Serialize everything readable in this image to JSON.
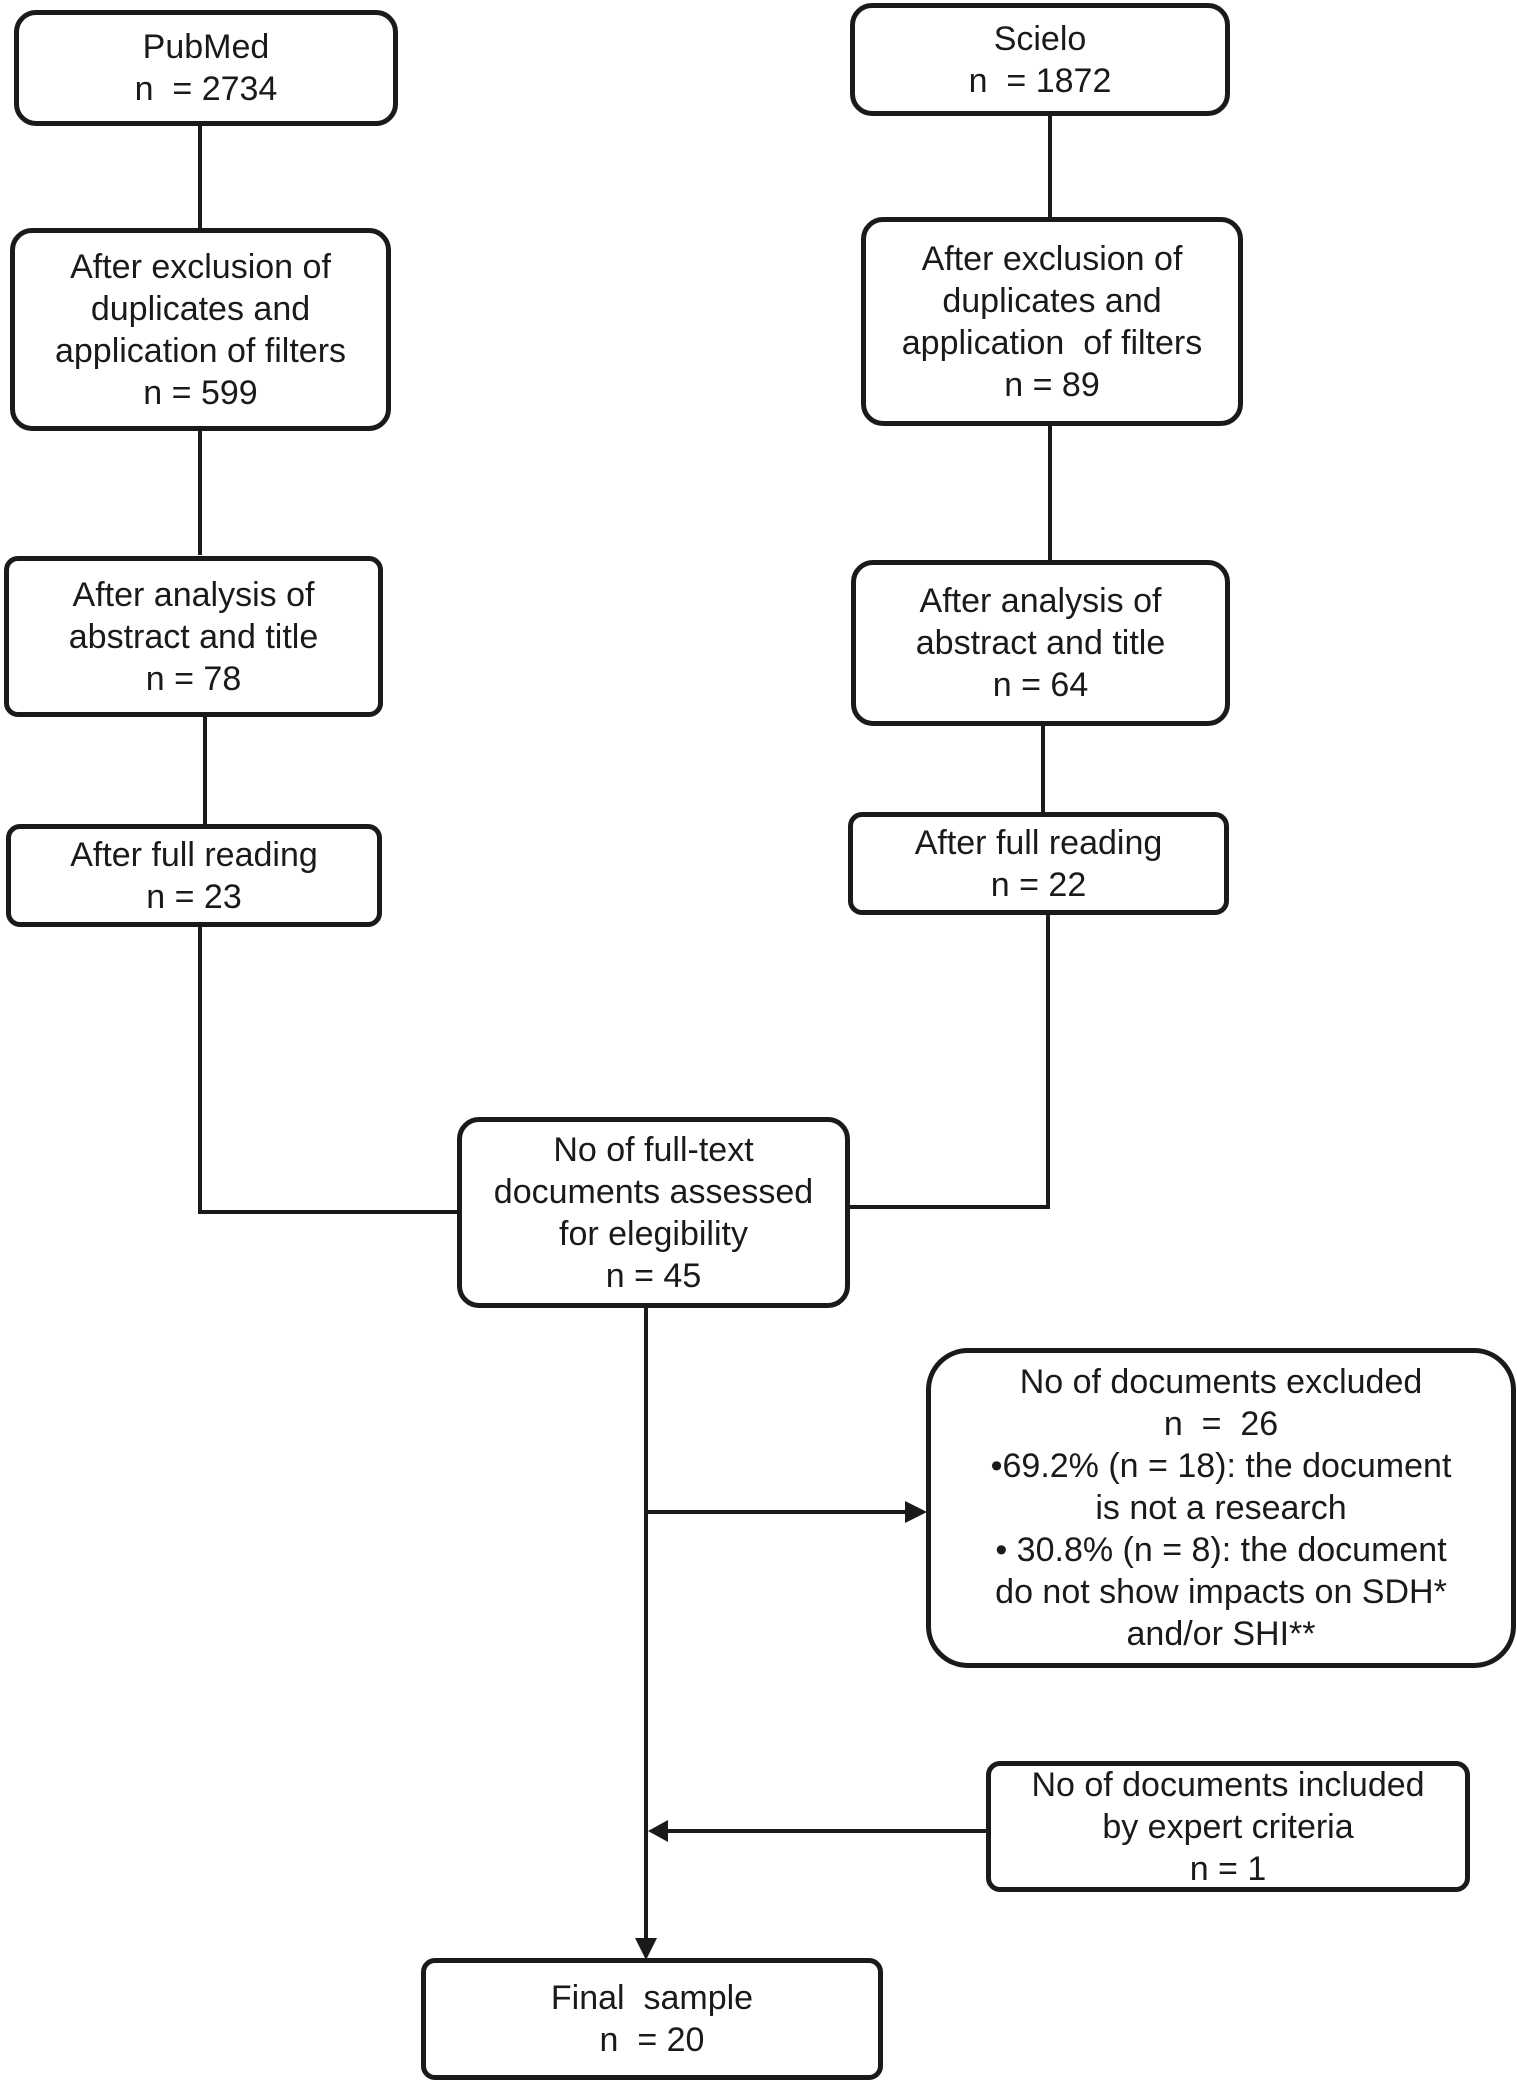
{
  "left": {
    "source": {
      "name": "PubMed",
      "n": "n  = 2734"
    },
    "filters": {
      "lines": [
        "After exclusion of",
        "duplicates and",
        "application of filters"
      ],
      "n": "n = 599"
    },
    "abstract": {
      "lines": [
        "After analysis of",
        "abstract and title"
      ],
      "n": "n = 78"
    },
    "full_reading": {
      "label": "After full reading",
      "n": "n = 23"
    }
  },
  "right": {
    "source": {
      "name": "Scielo",
      "n": "n  = 1872"
    },
    "filters": {
      "lines": [
        "After exclusion of",
        "duplicates and",
        "application  of filters"
      ],
      "n": "n = 89"
    },
    "abstract": {
      "lines": [
        "After analysis of",
        "abstract and title"
      ],
      "n": "n = 64"
    },
    "full_reading": {
      "label": "After full reading",
      "n": "n = 22"
    }
  },
  "assessed": {
    "lines": [
      "No of full-text",
      "documents assessed",
      "for elegibility"
    ],
    "n": "n = 45"
  },
  "excluded": {
    "title": "No of documents excluded",
    "n": "n  =  26",
    "bullet1": [
      "•69.2% (n = 18): the document",
      "is not a research"
    ],
    "bullet2": [
      "• 30.8% (n = 8): the document",
      "do not show impacts on SDH*",
      "and/or SHI**"
    ]
  },
  "included": {
    "lines": [
      "No of documents included",
      "by expert criteria"
    ],
    "n": "n = 1"
  },
  "final": {
    "label": "Final  sample",
    "n": "n  = 20"
  }
}
